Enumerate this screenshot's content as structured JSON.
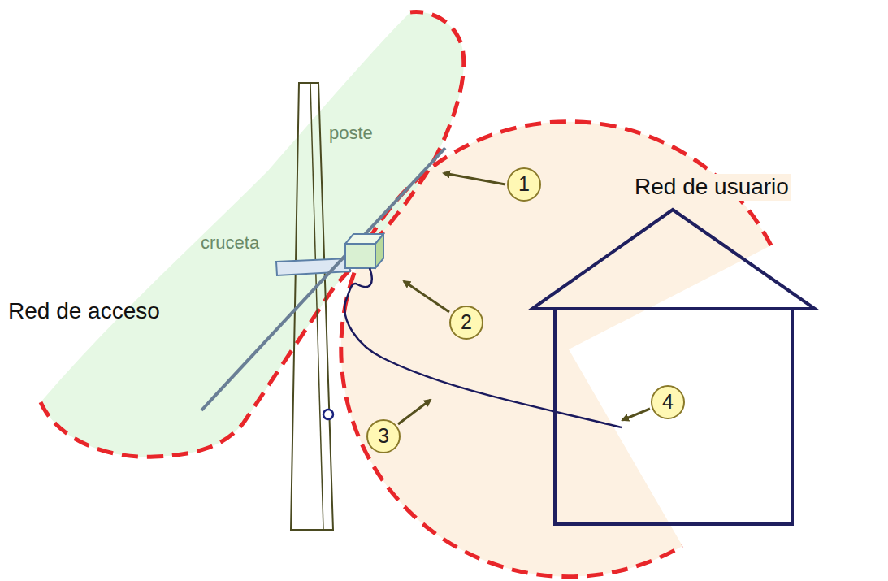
{
  "diagram": {
    "labels": [
      "poste",
      "cruceta",
      "Red de acceso",
      "Red de usuario",
      "1",
      "2",
      "3",
      "4"
    ]
  }
}
